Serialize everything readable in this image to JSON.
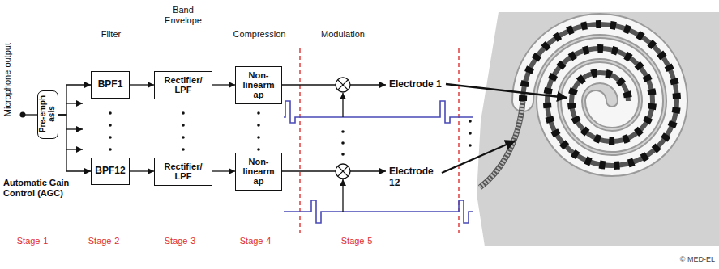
{
  "diagram": {
    "nodes": [
      {
        "text": [
          "Pre-emph asis"
        ]
      },
      {
        "text": [
          "BPF1"
        ]
      },
      {
        "text": [
          "Rectifier/ LPF"
        ]
      },
      {
        "text": [
          "Non- linearm ap"
        ]
      },
      {
        "text": [
          "BPF12"
        ]
      },
      {
        "text": [
          "Rectifier/ LPF"
        ]
      },
      {
        "text": [
          "Non- linearm ap"
        ]
      }
    ],
    "edges": [
      {
        "from": 0,
        "to": 1,
        "arrow": "to"
      },
      {
        "from": 1,
        "to": 2,
        "arrow": "to"
      },
      {
        "from": 2,
        "to": 3,
        "arrow": "to"
      },
      {
        "from": 0,
        "to": 4,
        "arrow": "to"
      },
      {
        "from": 4,
        "to": 5,
        "arrow": "to"
      },
      {
        "from": 5,
        "to": 6,
        "arrow": "to"
      }
    ],
    "labels": [
      "Microphone output",
      "Automatic Gain Control (AGC)",
      "Filter",
      "Band Envelope",
      "Compression",
      "Modulation",
      "Electrode 1",
      "Electrode 12",
      "Stage-1",
      "Stage-2",
      "Stage-3",
      "Stage-4",
      "Stage-5",
      "© MED-EL"
    ]
  }
}
